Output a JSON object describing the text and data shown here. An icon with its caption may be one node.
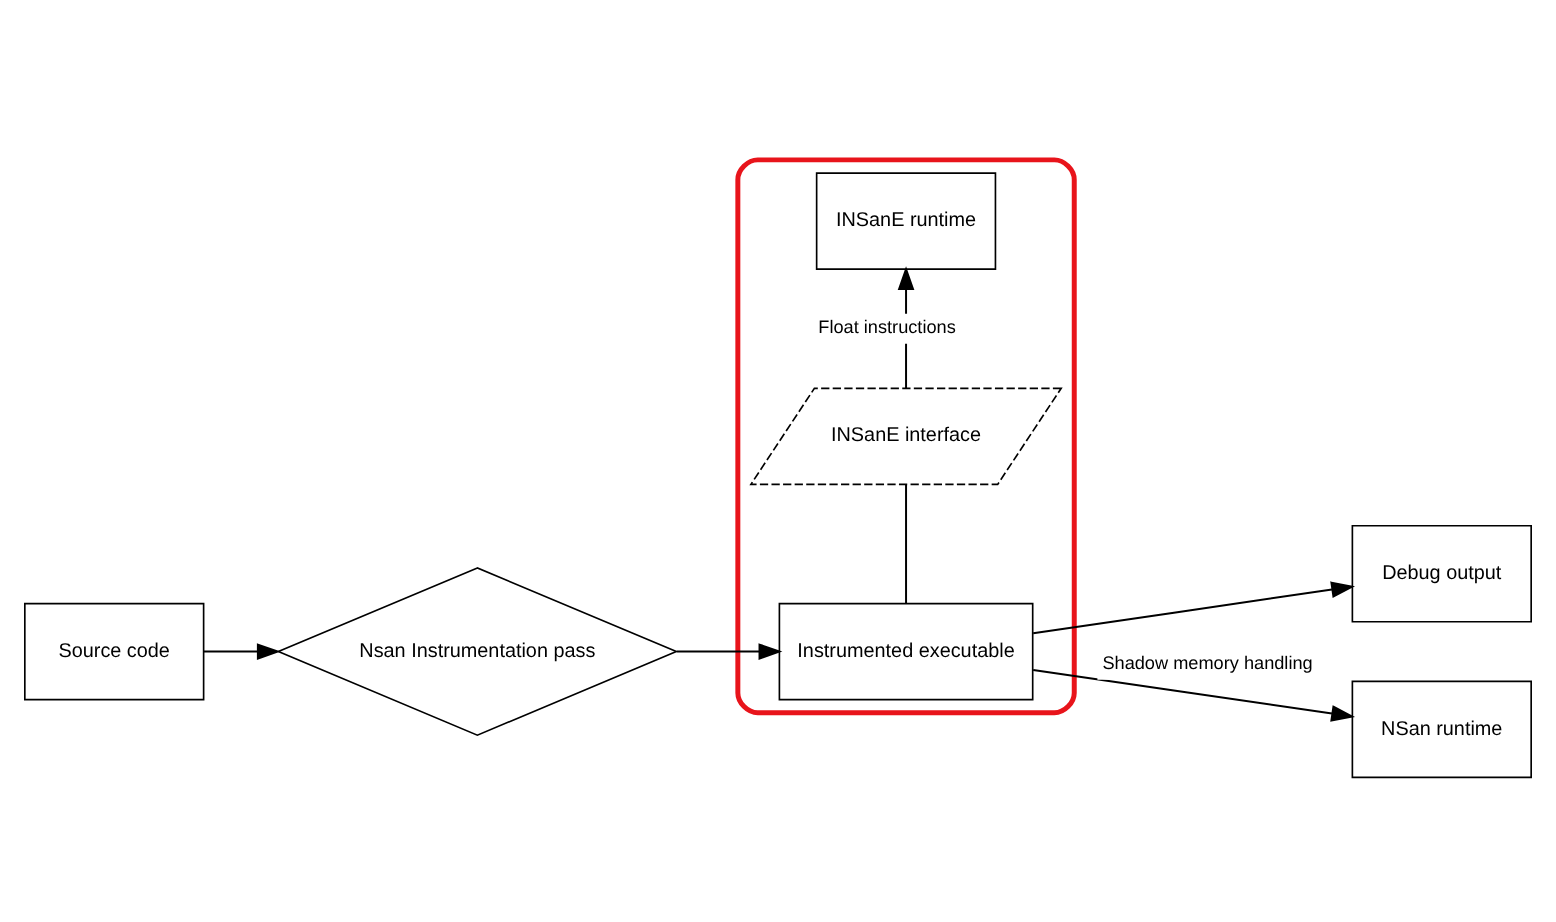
{
  "diagram": {
    "nodes": [
      {
        "text": [],
        "shape": "box"
      },
      {
        "text": [
          "INSanE runtime"
        ],
        "in": 0
      },
      {
        "text": [
          "INSanE interface"
        ],
        "in": 0
      },
      {
        "text": [
          "Source code"
        ]
      },
      {
        "text": [
          "Nsan Instrumentation pass"
        ]
      },
      {
        "text": [
          "Instrumented executable"
        ],
        "in": 0
      },
      {
        "text": [
          "Debug output"
        ]
      },
      {
        "text": [
          "NSan runtime"
        ]
      }
    ],
    "edges": [
      {
        "from": 3,
        "to": 4,
        "arrow": "to"
      },
      {
        "from": 4,
        "to": 5,
        "arrow": "to"
      },
      {
        "from": 5,
        "to": 6,
        "arrow": "to"
      },
      {
        "from": 5,
        "to": 2,
        "arrow": "none"
      },
      {
        "from": 2,
        "to": 1,
        "arrow": "to",
        "label": "Float instructions"
      },
      {
        "from": 5,
        "to": 7,
        "arrow": "to",
        "label": "Shadow memory handling"
      }
    ]
  }
}
